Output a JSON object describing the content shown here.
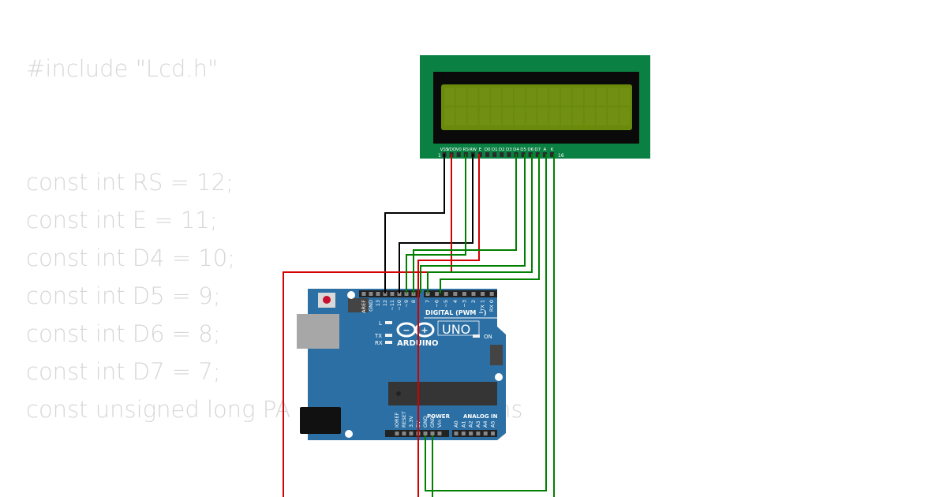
{
  "code": {
    "lines": [
      "#include \"Lcd.h\"",
      "const int RS = 12;",
      "const int E = 11;",
      "const int D4 = 10;",
      "const int D5 = 9;",
      "const int D6 = 8;",
      "const int D7 = 7;",
      "const unsigned long PA",
      "ns"
    ]
  },
  "lcd": {
    "pin_labels": [
      "VSS",
      "VDD",
      "V0",
      "RS",
      "RW",
      "E",
      "D0",
      "D1",
      "D2",
      "D3",
      "D4",
      "D5",
      "D6",
      "D7",
      "A",
      "K"
    ],
    "pin_first": "1",
    "pin_last": "16"
  },
  "arduino": {
    "logo_text": "ARDUINO",
    "model_text": "UNO",
    "digital_label": "DIGITAL (PWM ~)",
    "power_label": "POWER",
    "analog_label": "ANALOG IN",
    "on_label": "ON",
    "l_label": "L",
    "tx_label": "TX",
    "rx_label": "RX",
    "top_pins": [
      "AREF",
      "GND",
      "13",
      "12",
      "~11",
      "~10",
      "~9",
      "8",
      "7",
      "~6",
      "~5",
      "4",
      "~3",
      "2",
      "TX 1",
      "RX 0"
    ],
    "bottom_pins": [
      "IOREF",
      "RESET",
      "3.3V",
      "5V",
      "GND",
      "GND",
      "Vin",
      "A0",
      "A1",
      "A2",
      "A3",
      "A4",
      "A5"
    ]
  },
  "wire_colors": {
    "ground": "#000000",
    "power": "#d40000",
    "signal": "#008000"
  }
}
